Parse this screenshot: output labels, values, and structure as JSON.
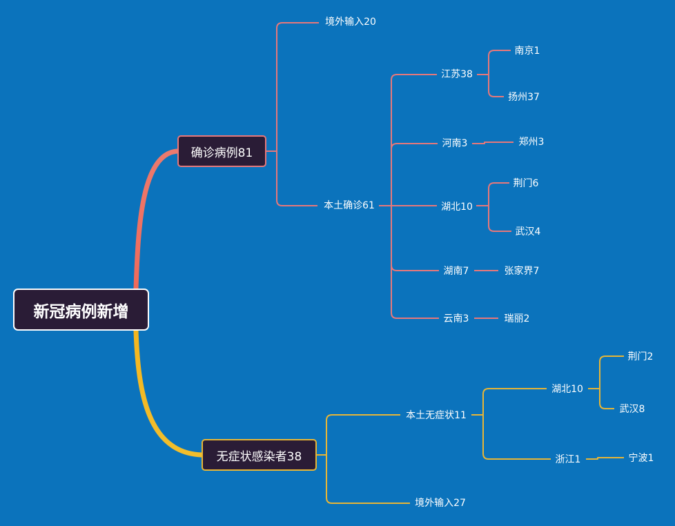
{
  "root": {
    "label": "新冠病例新增"
  },
  "confirmed": {
    "label": "确诊病例81",
    "imported": "境外输入20",
    "local": "本土确诊61",
    "provinces": [
      {
        "label": "江苏38",
        "cities": [
          "南京1",
          "扬州37"
        ]
      },
      {
        "label": "河南3",
        "cities": [
          "郑州3"
        ]
      },
      {
        "label": "湖北10",
        "cities": [
          "荆门6",
          "武汉4"
        ]
      },
      {
        "label": "湖南7",
        "cities": [
          "张家界7"
        ]
      },
      {
        "label": "云南3",
        "cities": [
          "瑞丽2"
        ]
      }
    ]
  },
  "asymptomatic": {
    "label": "无症状感染者38",
    "local": "本土无症状11",
    "imported": "境外输入27",
    "provinces": [
      {
        "label": "湖北10",
        "cities": [
          "荆门2",
          "武汉8"
        ]
      },
      {
        "label": "浙江1",
        "cities": [
          "宁波1"
        ]
      }
    ]
  },
  "colors": {
    "background": "#0B73BC",
    "confirmed_branch": "#E8787A",
    "asymptomatic_branch": "#E9B635",
    "node_fill": "#2A1C36"
  }
}
